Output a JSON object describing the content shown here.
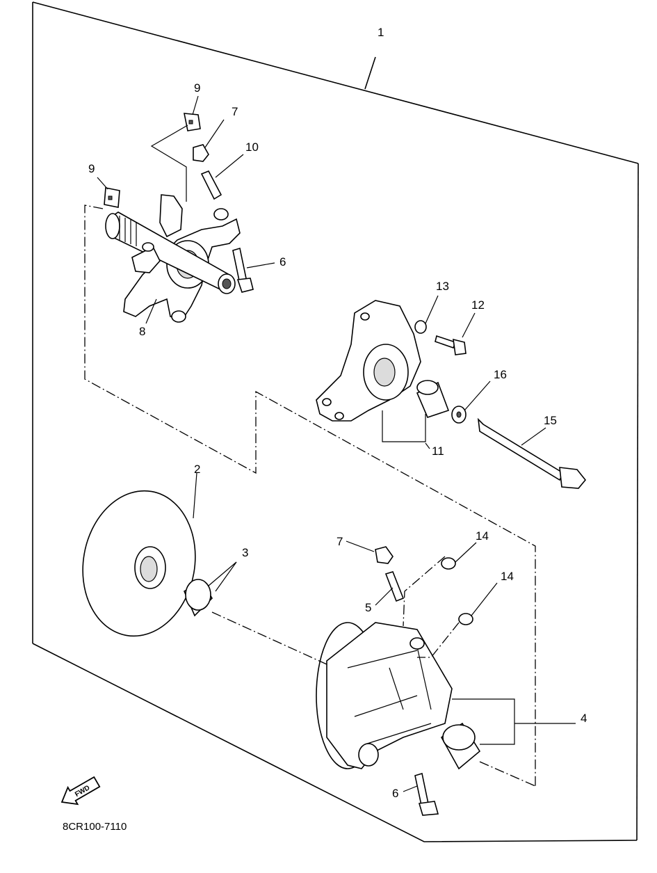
{
  "diagram": {
    "drawing_code": "8CR100-7110",
    "direction_marker": "FWD",
    "callouts": {
      "c1": "1",
      "c2": "2",
      "c3": "3",
      "c4": "4",
      "c5": "5",
      "c6a": "6",
      "c6b": "6",
      "c7a": "7",
      "c7b": "7",
      "c8": "8",
      "c9a": "9",
      "c9b": "9",
      "c10": "10",
      "c11": "11",
      "c12": "12",
      "c13": "13",
      "c14a": "14",
      "c14b": "14",
      "c15": "15",
      "c16": "16"
    }
  }
}
